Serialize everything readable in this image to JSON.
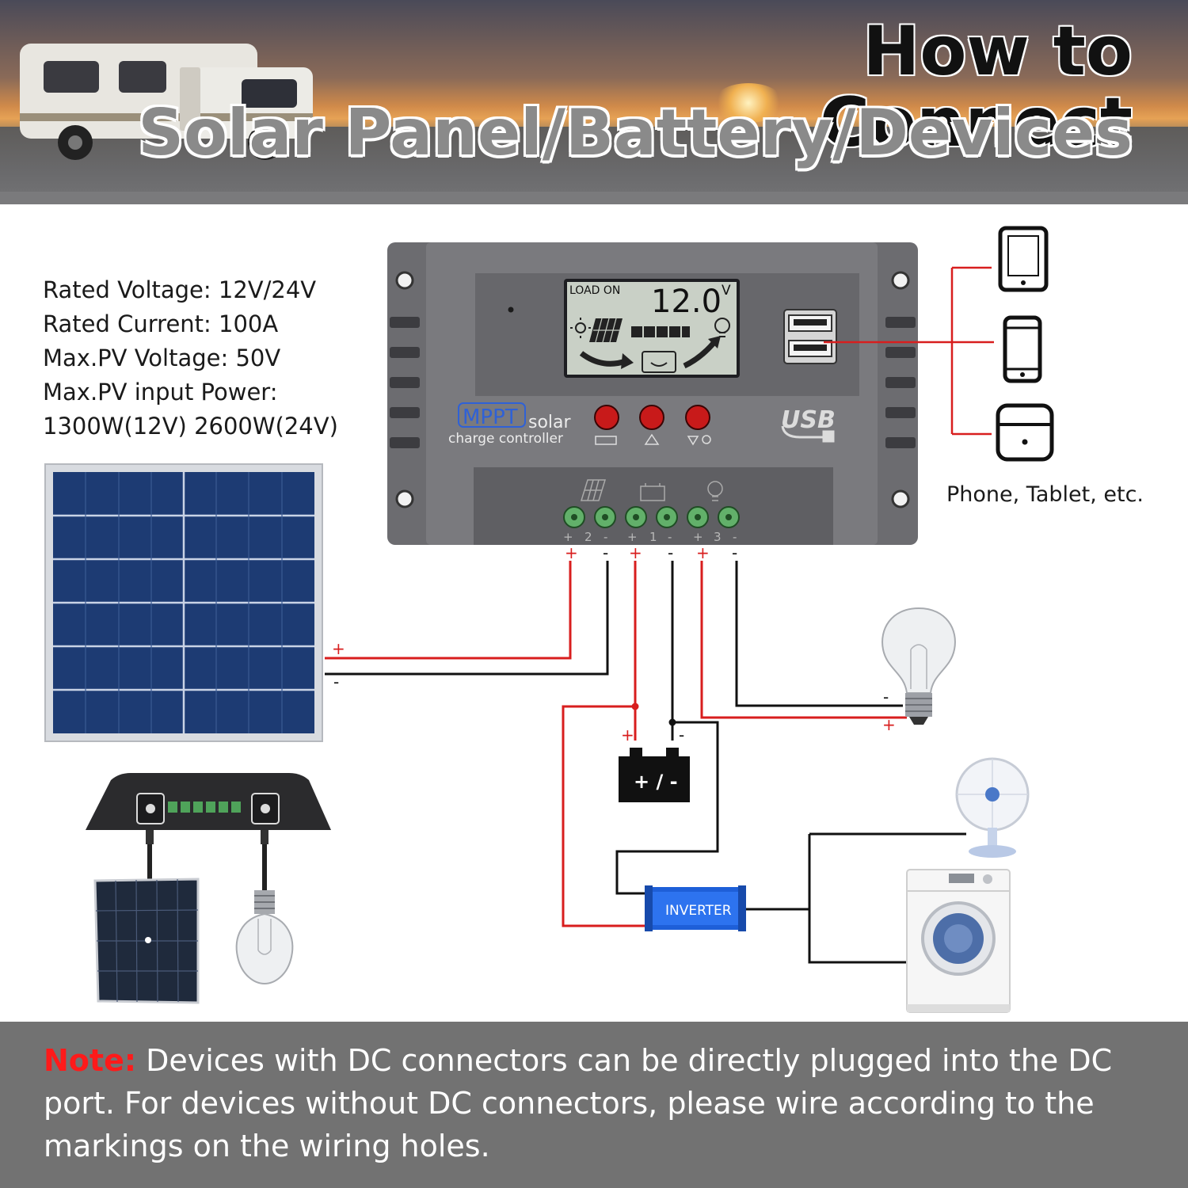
{
  "header": {
    "title_line1": "How to Connect",
    "title_line2": "Solar Panel/Battery/Devices"
  },
  "specs": [
    "Rated Voltage: 12V/24V",
    "Rated Current: 100A",
    "Max.PV Voltage: 50V",
    "Max.PV input Power:",
    "1300W(12V) 2600W(24V)"
  ],
  "controller": {
    "lcd_status": "LOAD ON",
    "lcd_value": "12.0",
    "lcd_unit": "V",
    "brand": "MPPT",
    "brand_suffix": "solar",
    "subtitle": "charge controller",
    "usb_label": "USB",
    "terminal_labels": [
      "+",
      "2",
      "-",
      "+",
      "1",
      "-",
      "+",
      "3",
      "-"
    ]
  },
  "devices_caption": "Phone, Tablet, etc.",
  "battery_label": "+ / -",
  "inverter_label": "INVERTER",
  "polarity": {
    "plus": "+",
    "minus": "-"
  },
  "colors": {
    "positive_wire": "#d81e1e",
    "negative_wire": "#111111",
    "controller_body": "#6e6e72",
    "note_accent": "#ff1a1a"
  },
  "note": {
    "label": "Note:",
    "text": " Devices with DC connectors can be directly plugged into the DC port. For devices without DC connectors, please wire according to the markings on the wiring holes."
  }
}
